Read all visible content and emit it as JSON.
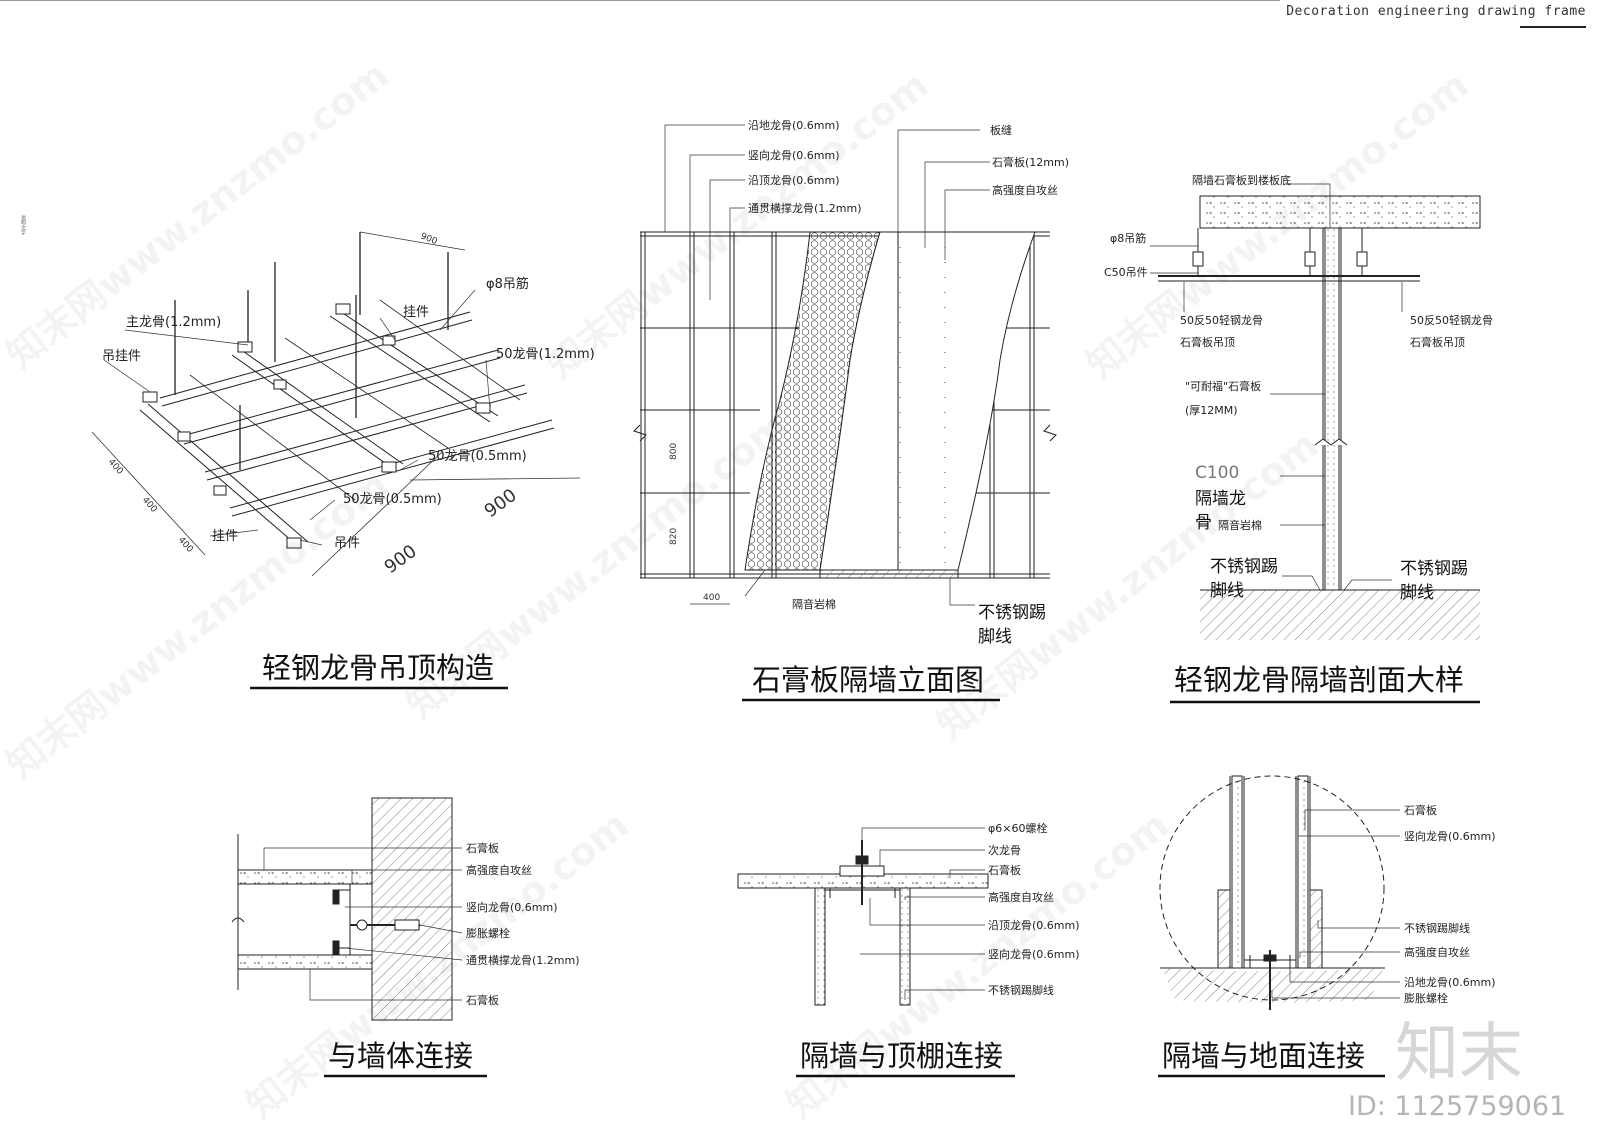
{
  "frame": {
    "title": "Decoration engineering drawing frame",
    "side_note": "说明文字"
  },
  "panels": {
    "ceiling": {
      "title": "轻钢龙骨吊顶构造",
      "labels": {
        "main_keel": "主龙骨(1.2mm)",
        "hanger_part": "吊挂件",
        "hook_top": "挂件",
        "rod": "φ8吊筋",
        "keel50_12": "50龙骨(1.2mm)",
        "keel50_05_a": "50龙骨(0.5mm)",
        "keel50_05_b": "50龙骨(0.5mm)",
        "hook_bottom": "挂件",
        "hanger_bottom": "吊件"
      },
      "dims": {
        "d900_top": "900",
        "d400_a": "400",
        "d400_b": "400",
        "d400_c": "400",
        "d900_r": "900",
        "d900_b": "900"
      }
    },
    "elevation": {
      "title": "石膏板隔墙立面图",
      "labels": {
        "floor_track": "沿地龙骨(0.6mm)",
        "vertical_stud": "竖向龙骨(0.6mm)",
        "top_track": "沿顶龙骨(0.6mm)",
        "through_brace": "通贯横撑龙骨(1.2mm)",
        "seam": "板缝",
        "gypsum": "石膏板(12mm)",
        "screw": "高强度自攻丝",
        "wool": "隔音岩棉",
        "skirting": "不锈钢踢",
        "skirting2": "脚线"
      },
      "dims": {
        "d400": "400",
        "d800": "800",
        "d820": "820"
      }
    },
    "section": {
      "title": "轻钢龙骨隔墙剖面大样",
      "labels": {
        "board_to_slab": "隔墙石膏板到楼板底",
        "rod": "φ8吊筋",
        "c50": "C50吊件",
        "light_keel_l": "50反50轻钢龙骨",
        "ceiling_l": "石膏板吊顶",
        "light_keel_r": "50反50轻钢龙骨",
        "ceiling_r": "石膏板吊顶",
        "board_name": "\"可耐福\"石膏板",
        "board_thick": "(厚12MM)",
        "c100": "C100",
        "partition_keel": "隔墙龙",
        "partition_keel2": "骨",
        "wool": "隔音岩棉",
        "skirting_l": "不锈钢踢",
        "skirting_l2": "脚线",
        "skirting_r": "不锈钢踢",
        "skirting_r2": "脚线"
      }
    },
    "wall_conn": {
      "title": "与墙体连接",
      "labels": {
        "gypsum_top": "石膏板",
        "screw": "高强度自攻丝",
        "stud": "竖向龙骨(0.6mm)",
        "bolt": "膨胀螺栓",
        "brace": "通贯横撑龙骨(1.2mm)",
        "gypsum_bottom": "石膏板"
      }
    },
    "ceiling_conn": {
      "title": "隔墙与顶棚连接",
      "labels": {
        "bolt": "φ6×60螺栓",
        "sub_keel": "次龙骨",
        "gypsum": "石膏板",
        "screw": "高强度自攻丝",
        "top_track": "沿顶龙骨(0.6mm)",
        "stud": "竖向龙骨(0.6mm)",
        "skirting": "不锈钢踢脚线"
      }
    },
    "floor_conn": {
      "title": "隔墙与地面连接",
      "labels": {
        "gypsum": "石膏板",
        "stud": "竖向龙骨(0.6mm)",
        "skirting": "不锈钢踢脚线",
        "screw": "高强度自攻丝",
        "floor_track": "沿地龙骨(0.6mm)",
        "bolt": "膨胀螺栓"
      }
    }
  },
  "watermark": {
    "text": "知末网www.znzmo.com",
    "brand": "知末",
    "id": "ID: 1125759061"
  }
}
